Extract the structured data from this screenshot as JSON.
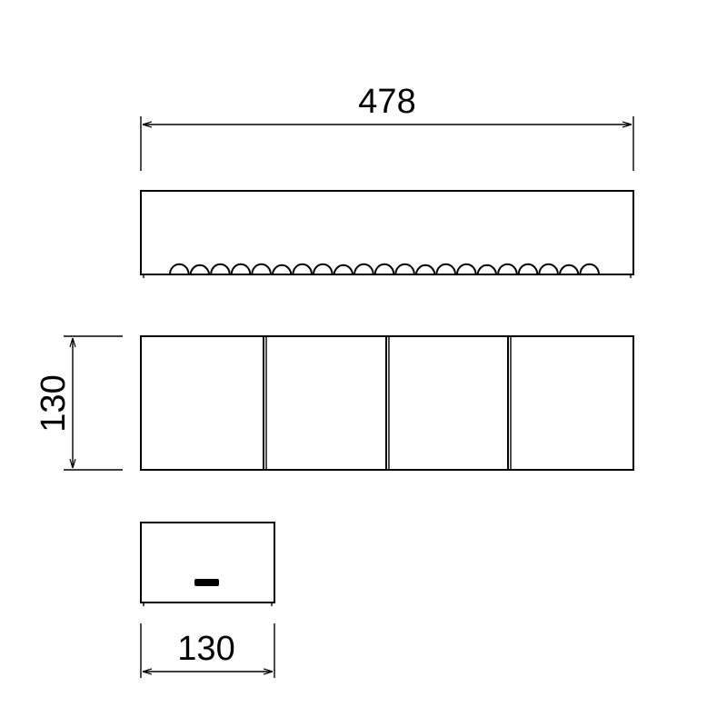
{
  "dimensions": {
    "length": "478",
    "depth": "130",
    "width": "130"
  },
  "colors": {
    "line": "#000000",
    "background": "#ffffff"
  }
}
